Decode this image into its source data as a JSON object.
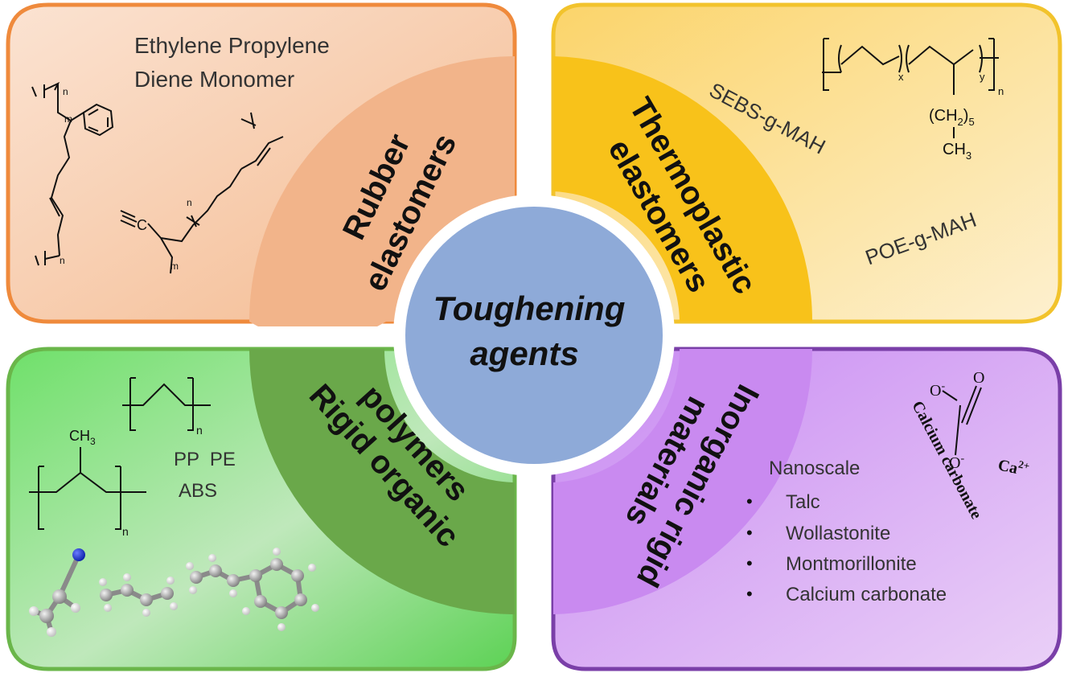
{
  "center": {
    "line1": "Toughening",
    "line2": "agents"
  },
  "quadrants": {
    "rubber": {
      "title_line1": "Rubber",
      "title_line2": "elastomers",
      "label_line1": "Ethylene Propylene",
      "label_line2": "Diene Monomer",
      "accent": "#ef8a3c",
      "fill": "#f0b080"
    },
    "thermo": {
      "title_line1": "Thermoplastic",
      "title_line2": "elastomers",
      "label_sebs": "SEBS-g-MAH",
      "label_poe": "POE-g-MAH",
      "formula": {
        "sub_x": "x",
        "sub_y": "y",
        "sub_n": "n",
        "side1": "(CH",
        "side1_sub": "2",
        "side1_end": ")",
        "side1_sub2": "5",
        "side2": "CH",
        "side2_sub": "3"
      },
      "accent": "#f2c32c",
      "fill": "#f8c21a"
    },
    "rigid_organic": {
      "title_line1": "Rigid organic",
      "title_line2": "polymers",
      "labels_line1": "PP  PE",
      "labels_line2": "ABS",
      "methyl": "CH",
      "methyl_sub": "3",
      "sub_n": "n",
      "accent": "#6ab64a",
      "fill": "#6aa84a"
    },
    "inorganic": {
      "title_line1": "Inorganic rigid",
      "title_line2": "materials",
      "list_title": "Nanoscale",
      "items": [
        "Talc",
        "Wollastonite",
        "Montmorillonite",
        "Calcium carbonate"
      ],
      "bullet": "•",
      "carbonate_label": "Calcium carbonate",
      "ion": "Ca",
      "ion_charge": "2+",
      "oxygen": "O",
      "oxygen_minus": "-",
      "accent": "#7a3fa8",
      "fill": "#c98af0"
    }
  },
  "centerColor": "#8eaad8"
}
